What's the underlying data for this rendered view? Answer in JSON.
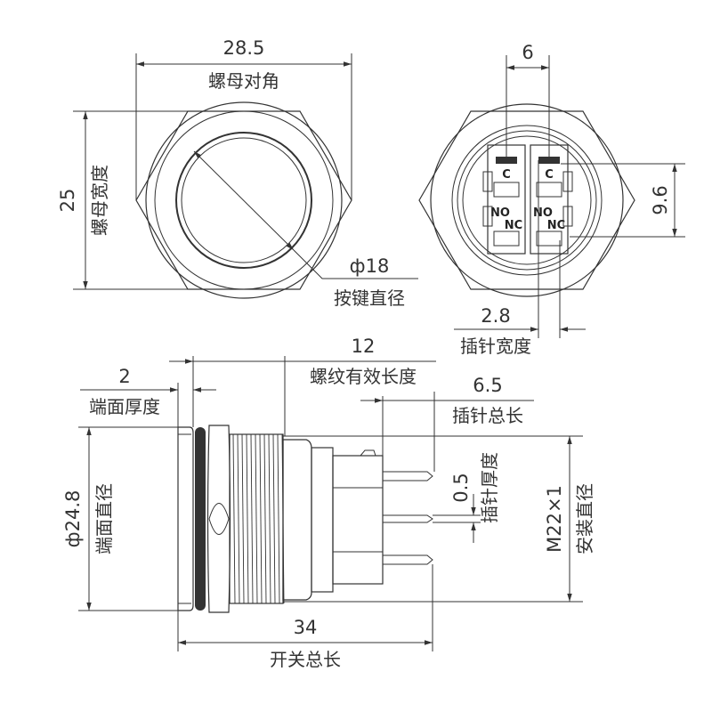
{
  "colors": {
    "line": "#333333",
    "background": "#ffffff"
  },
  "front_view": {
    "nut_diagonal_value": "28.5",
    "nut_diagonal_label": "螺母对角",
    "nut_width_value": "25",
    "nut_width_label": "螺母宽度",
    "button_diameter_value": "ф18",
    "button_diameter_label": "按键直径"
  },
  "rear_view": {
    "pin_spacing_value": "6",
    "pin_height_value": "9.6",
    "pin_width_value": "2.8",
    "pin_width_label": "插针宽度",
    "terminals": {
      "common": "C",
      "normally_open": "NO",
      "normally_closed": "NC"
    }
  },
  "side_view": {
    "face_thickness_value": "2",
    "face_thickness_label": "端面厚度",
    "thread_length_value": "12",
    "thread_length_label": "螺纹有效长度",
    "pin_length_value": "6.5",
    "pin_length_label": "插针总长",
    "face_diameter_value": "ф24.8",
    "face_diameter_label": "端面直径",
    "pin_thickness_value": "0.5",
    "pin_thickness_label": "插针厚度",
    "mount_diameter_value": "M22×1",
    "mount_diameter_label": "安装直径",
    "total_length_value": "34",
    "total_length_label": "开关总长"
  }
}
